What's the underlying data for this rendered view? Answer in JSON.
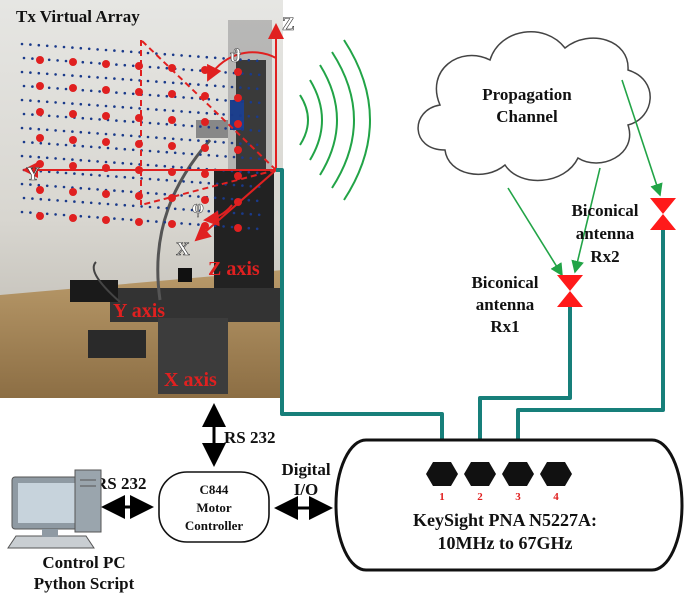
{
  "photo": {
    "title": "Tx Virtual Array",
    "axis_z": "Z",
    "axis_y": "Y",
    "axis_x": "X",
    "angle_theta": "ϑ",
    "angle_phi": "φ",
    "z_axis": "Z axis",
    "y_axis": "Y axis",
    "x_axis": "X axis"
  },
  "cloud": {
    "line1": "Propagation",
    "line2": "Channel"
  },
  "rx1": {
    "line1": "Biconical",
    "line2": "antenna",
    "line3": "Rx1"
  },
  "rx2": {
    "line1": "Biconical",
    "line2": "antenna",
    "line3": "Rx2"
  },
  "links": {
    "rs232_top": "RS 232",
    "rs232_left": "RS 232",
    "digital": "Digital",
    "io": "I/O"
  },
  "controller": {
    "line1": "C844",
    "line2": "Motor",
    "line3": "Controller"
  },
  "pc": {
    "line1": "Control PC",
    "line2": "Python Script"
  },
  "pna": {
    "line1": "KeySight PNA N5227A:",
    "line2": "10MHz to 67GHz",
    "ports": [
      "1",
      "2",
      "3",
      "4"
    ]
  },
  "colors": {
    "arrow_red": "#e02020",
    "cable_teal": "#177f7a",
    "wave_green": "#22a447",
    "antenna_red": "#ff1a1a"
  }
}
